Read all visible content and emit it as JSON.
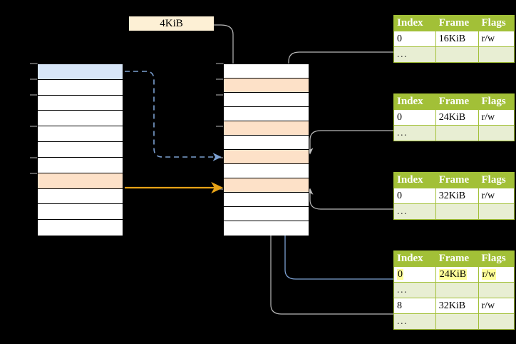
{
  "diagram": {
    "title_label": "4KiB",
    "colors": {
      "header_green": "#a2c037",
      "ellipsis_row": "#e8eed3",
      "highlight_yellow": "#ffff99",
      "blue_row": "#d8e6f8",
      "peach_row": "#fde1c8",
      "label_bg": "#fdf0d5",
      "orange_arrow": "#e8a317",
      "blue_arrow": "#6b8fc4",
      "gray_arrow": "#b0b0b0"
    }
  },
  "left_column": {
    "name": "virtual-address-space",
    "rows": [
      {
        "fill": "blue",
        "label": ""
      },
      {
        "fill": "white",
        "label": ""
      },
      {
        "fill": "white",
        "label": ""
      },
      {
        "fill": "white",
        "label": ""
      },
      {
        "fill": "white",
        "label": ""
      },
      {
        "fill": "white",
        "label": ""
      },
      {
        "fill": "white",
        "label": ""
      },
      {
        "fill": "peach",
        "label": ""
      },
      {
        "fill": "white",
        "label": ""
      },
      {
        "fill": "white",
        "label": ""
      },
      {
        "fill": "white",
        "label": ""
      }
    ]
  },
  "middle_column": {
    "name": "physical-memory",
    "rows": [
      {
        "fill": "white",
        "label": ""
      },
      {
        "fill": "peach",
        "label": ""
      },
      {
        "fill": "white",
        "label": ""
      },
      {
        "fill": "white",
        "label": ""
      },
      {
        "fill": "peach",
        "label": ""
      },
      {
        "fill": "white",
        "label": ""
      },
      {
        "fill": "peach",
        "label": ""
      },
      {
        "fill": "white",
        "label": ""
      },
      {
        "fill": "peach",
        "label": ""
      },
      {
        "fill": "white",
        "label": ""
      },
      {
        "fill": "white",
        "label": ""
      },
      {
        "fill": "white",
        "label": ""
      }
    ]
  },
  "page_tables": [
    {
      "name": "page-table-1",
      "headers": [
        "Index",
        "Frame",
        "Flags"
      ],
      "rows": [
        {
          "type": "data",
          "index": "0",
          "frame": "16KiB",
          "flags": "r/w",
          "highlight": false
        },
        {
          "type": "ellipsis",
          "index": "...",
          "frame": "",
          "flags": ""
        }
      ]
    },
    {
      "name": "page-table-2",
      "headers": [
        "Index",
        "Frame",
        "Flags"
      ],
      "rows": [
        {
          "type": "data",
          "index": "0",
          "frame": "24KiB",
          "flags": "r/w",
          "highlight": false
        },
        {
          "type": "ellipsis",
          "index": "...",
          "frame": "",
          "flags": ""
        }
      ]
    },
    {
      "name": "page-table-3",
      "headers": [
        "Index",
        "Frame",
        "Flags"
      ],
      "rows": [
        {
          "type": "data",
          "index": "0",
          "frame": "32KiB",
          "flags": "r/w",
          "highlight": false
        },
        {
          "type": "ellipsis",
          "index": "...",
          "frame": "",
          "flags": ""
        }
      ]
    },
    {
      "name": "page-table-4",
      "headers": [
        "Index",
        "Frame",
        "Flags"
      ],
      "rows": [
        {
          "type": "data",
          "index": "0",
          "frame": "24KiB",
          "flags": "r/w",
          "highlight": true
        },
        {
          "type": "ellipsis",
          "index": "...",
          "frame": "",
          "flags": ""
        },
        {
          "type": "data",
          "index": "8",
          "frame": "32KiB",
          "flags": "r/w",
          "highlight": false
        },
        {
          "type": "ellipsis",
          "index": "...",
          "frame": "",
          "flags": ""
        }
      ]
    }
  ]
}
